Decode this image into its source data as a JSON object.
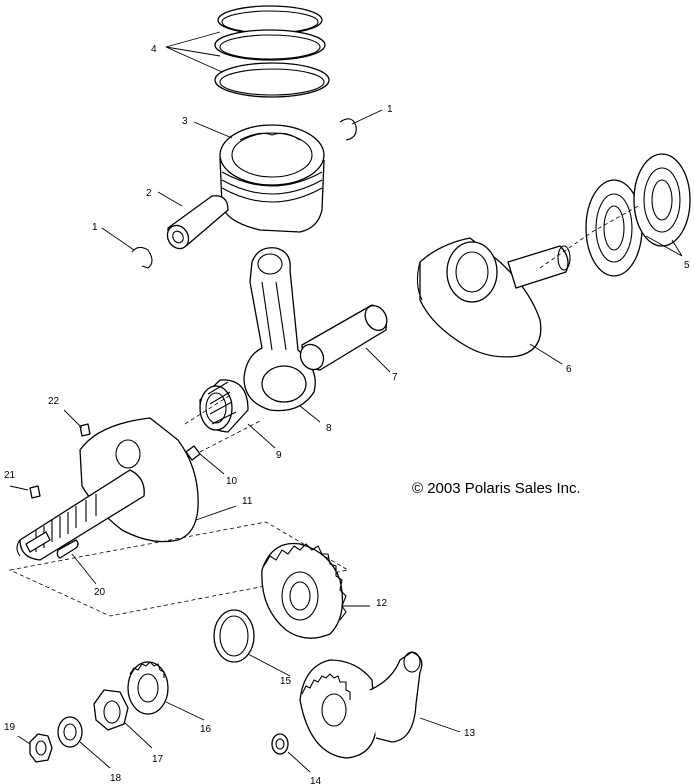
{
  "copyright": "© 2003 Polaris Sales Inc.",
  "callouts": {
    "c1a": "1",
    "c1b": "1",
    "c2": "2",
    "c3": "3",
    "c4": "4",
    "c5": "5",
    "c6": "6",
    "c7": "7",
    "c8": "8",
    "c9": "9",
    "c10": "10",
    "c11": "11",
    "c12": "12",
    "c13": "13",
    "c14": "14",
    "c15": "15",
    "c16": "16",
    "c17": "17",
    "c18": "18",
    "c19": "19",
    "c20": "20",
    "c21": "21",
    "c22": "22"
  }
}
